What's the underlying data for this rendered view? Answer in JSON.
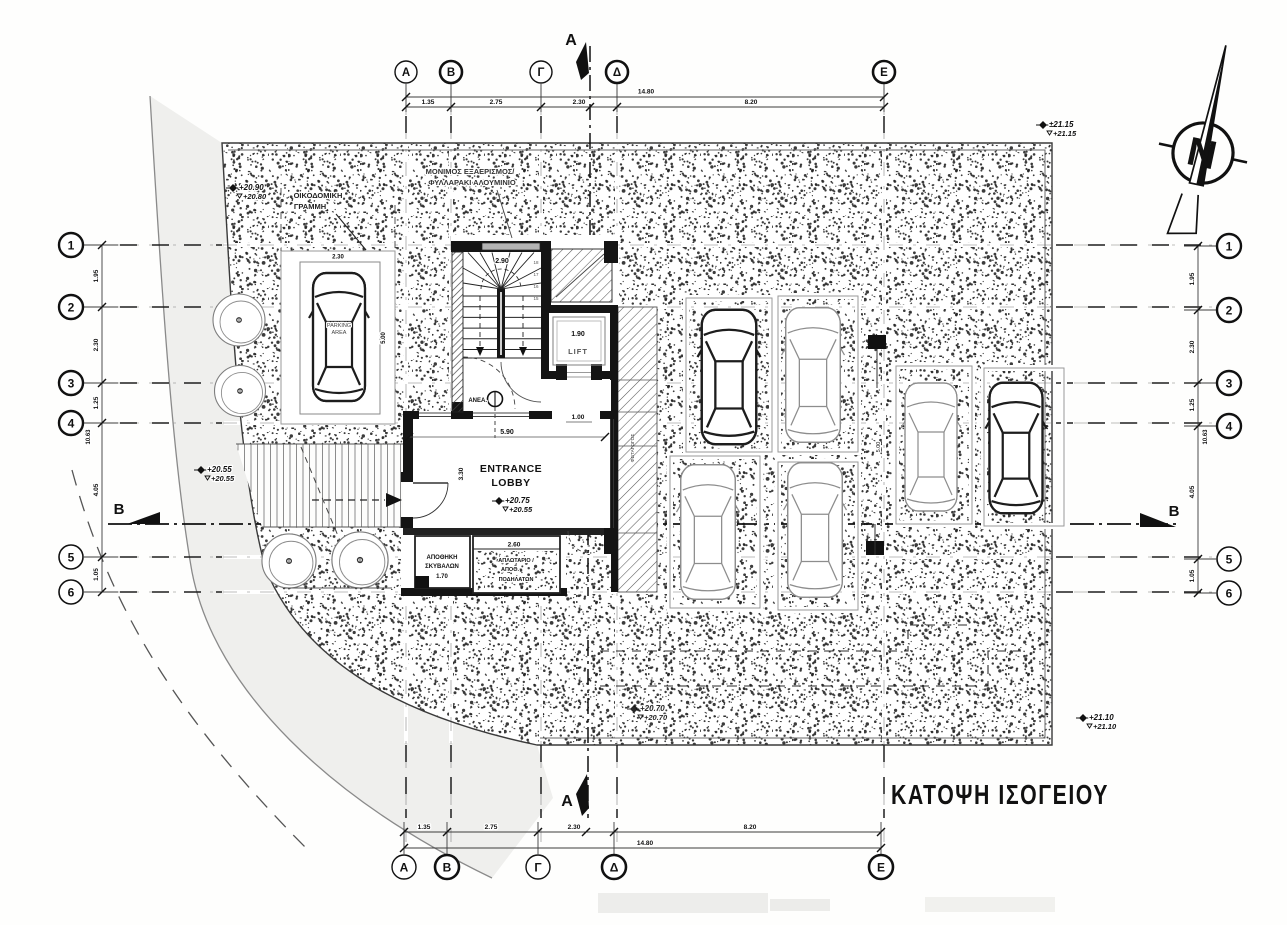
{
  "title": "ΚΑΤΟΨΗ ΙΣΟΓΕΙΟΥ",
  "north": "N",
  "sections": {
    "a": "A",
    "b": "B"
  },
  "grid": {
    "cols": [
      "A",
      "B",
      "Γ",
      "Δ",
      "E"
    ],
    "rows": [
      "1",
      "2",
      "3",
      "4",
      "5",
      "6"
    ]
  },
  "dims": {
    "col_spans": [
      "1.35",
      "2.75",
      "2.30",
      "8.20"
    ],
    "col_total": "14.80",
    "row_spans": [
      "1.95",
      "2.30",
      "1.25",
      "4.05",
      "1.05"
    ],
    "row_total": "10.63",
    "stair_width": "2.90",
    "lift_width": "1.90",
    "lobby_width": "5.90",
    "lobby_depth": "3.30",
    "vestibule": "1.00",
    "bike_width": "2.60",
    "garbage_width": "1.70",
    "parking_width": "2.30",
    "parking_depth": "5.00",
    "column_span": "5.00"
  },
  "rooms": {
    "lift": "LIFT",
    "entrance_l1": "ENTRANCE",
    "entrance_l2": "LOBBY",
    "anea": "ΑΝΕΑ.",
    "garbage_l1": "ΑΠΟΘΗΚΗ",
    "garbage_l2": "ΣΚΥΒΑΛΩΝ",
    "bike_l1": "ΑΠΛΩΤΑΡΙΟ /",
    "bike_l2": "ΑΠΟΘ.",
    "bike_l3": "ΠΟΔΗΛΑΤΩΝ",
    "shaft": "ΦΩΤΑΓΩΓΟΣ",
    "parking_l1": "PARKING",
    "parking_l2": "AREA"
  },
  "notes": {
    "vent_l1": "ΜΟΝΙΜΟΣ ΕΞΑΕΡΙΣΜΟΣ/",
    "vent_l2": "ΦΥΛΛΑΡΑΚΙ ΑΛΟΥΜΙΝΙΟ",
    "bline_l1": "ΟΙΚΟΔΟΜΙΚΗ",
    "bline_l2": "ΓΡΑΜΜΗ"
  },
  "levels": {
    "tl_1": "+20.90",
    "tl_2": "+20.80",
    "w_1": "+20.55",
    "w_2": "+20.55",
    "tr_1": "±21.15",
    "tr_2": "+21.15",
    "br_1": "+21.10",
    "br_2": "+21.10",
    "mid_1": "+20.70",
    "mid_2": "+20.70",
    "lobby_1": "+20.75",
    "lobby_2": "+20.55"
  },
  "steps": [
    "15",
    "16",
    "17",
    "18"
  ],
  "colors": {
    "ink": "#1a1a1a",
    "light_line": "#8a8a8a",
    "sidewalk": "#efefed",
    "louver": "#b3b3b3"
  }
}
